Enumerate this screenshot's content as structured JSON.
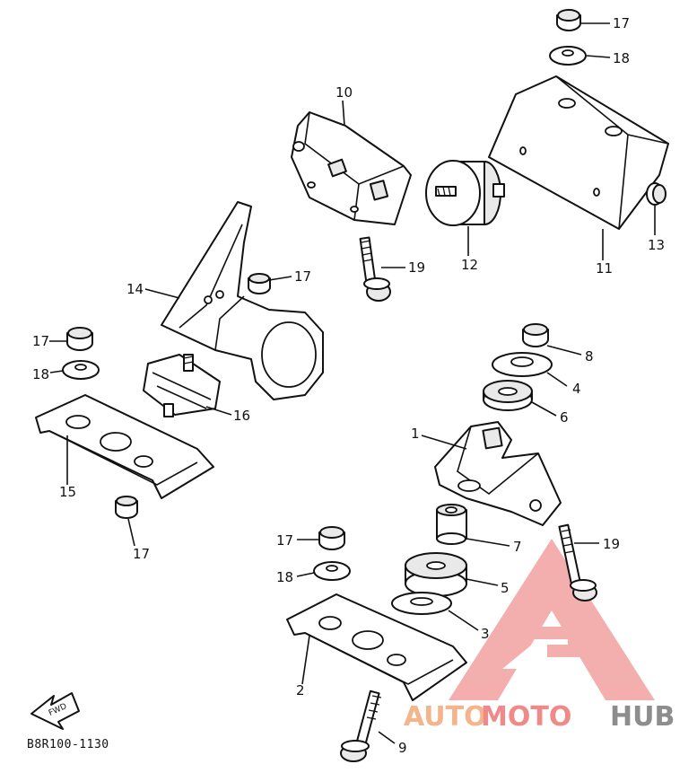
{
  "diagram": {
    "labels": [
      "1",
      "2",
      "3",
      "4",
      "5",
      "6",
      "7",
      "8",
      "9",
      "10",
      "11",
      "12",
      "13",
      "14",
      "15",
      "16",
      "17",
      "18",
      "19"
    ],
    "drawing_code": "B8R100-1130",
    "fwd_mark": "FWD",
    "watermark": {
      "auto": "AUTO",
      "moto": "MOTO",
      "hub": "HUB"
    }
  }
}
